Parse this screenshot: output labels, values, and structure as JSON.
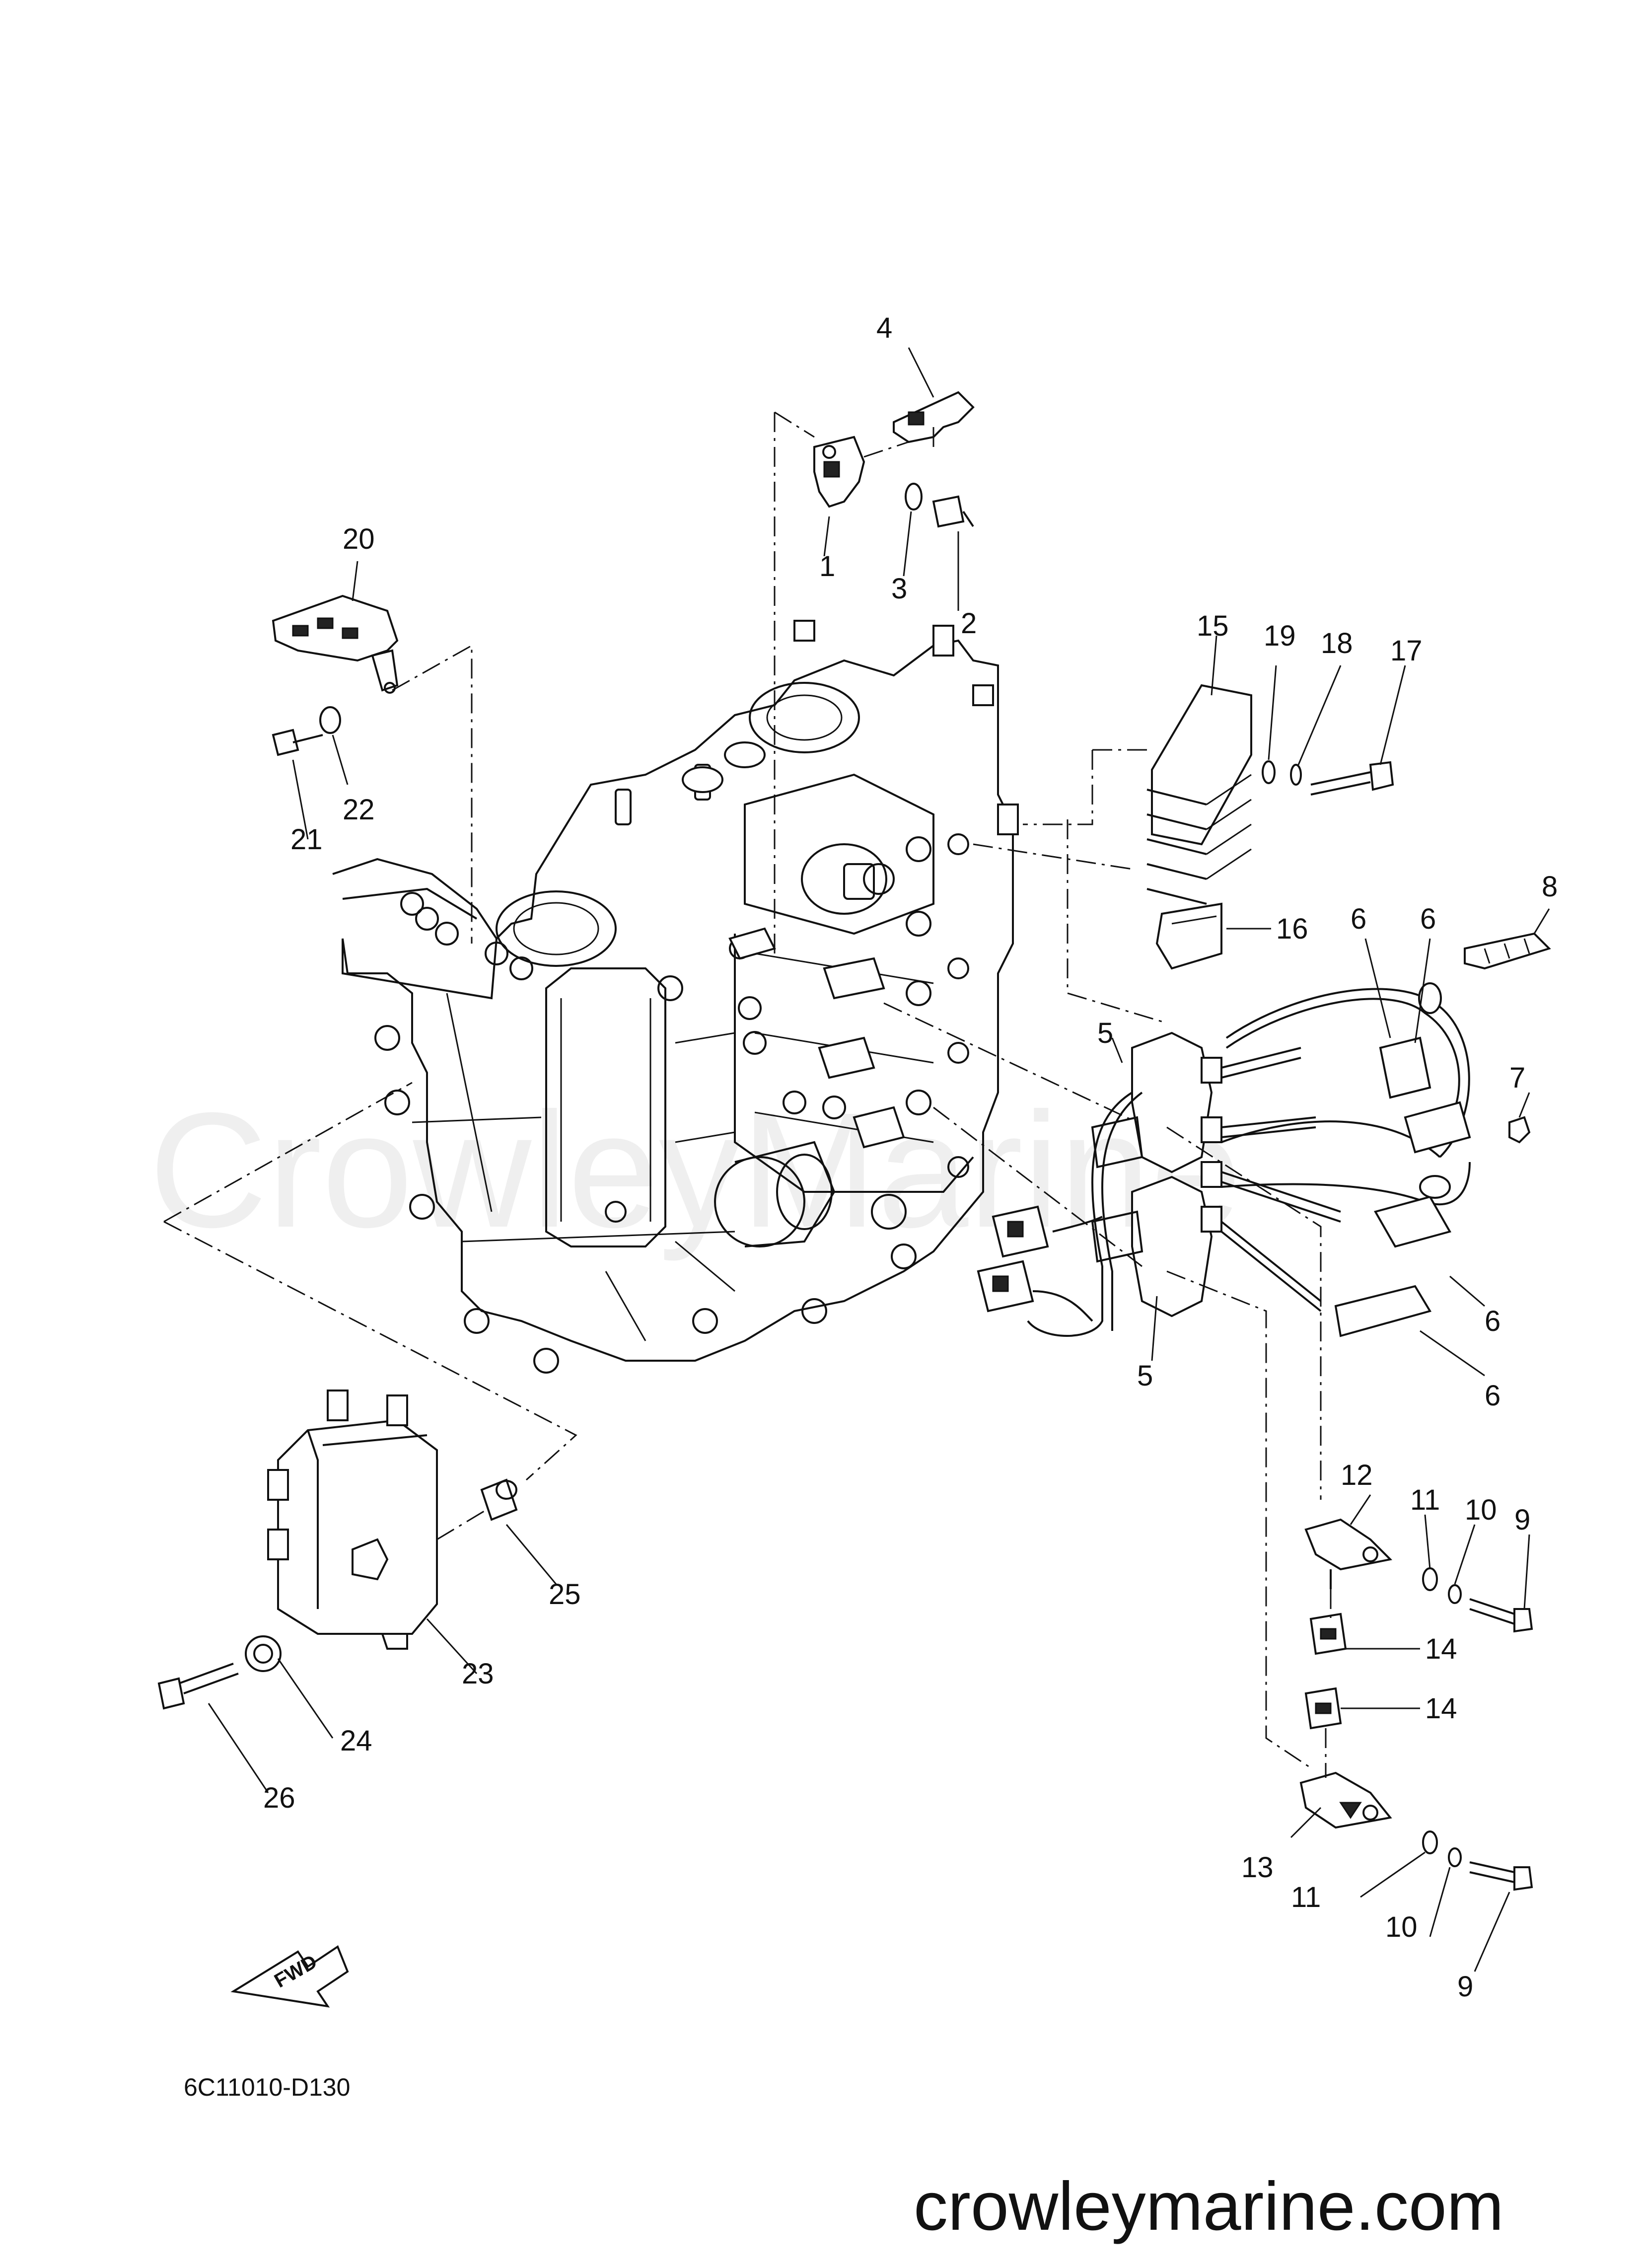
{
  "diagram": {
    "watermark": "CrowleyMarine",
    "drawing_code": "6C11010-D130",
    "site_footer": "crowleymarine.com",
    "fwd_label": "FWD",
    "callouts": [
      {
        "id": "c1",
        "label": "1"
      },
      {
        "id": "c2",
        "label": "2"
      },
      {
        "id": "c3",
        "label": "3"
      },
      {
        "id": "c4",
        "label": "4"
      },
      {
        "id": "c5a",
        "label": "5"
      },
      {
        "id": "c5b",
        "label": "5"
      },
      {
        "id": "c6a",
        "label": "6"
      },
      {
        "id": "c6b",
        "label": "6"
      },
      {
        "id": "c6c",
        "label": "6"
      },
      {
        "id": "c6d",
        "label": "6"
      },
      {
        "id": "c7",
        "label": "7"
      },
      {
        "id": "c8",
        "label": "8"
      },
      {
        "id": "c9a",
        "label": "9"
      },
      {
        "id": "c9b",
        "label": "9"
      },
      {
        "id": "c10a",
        "label": "10"
      },
      {
        "id": "c10b",
        "label": "10"
      },
      {
        "id": "c11a",
        "label": "11"
      },
      {
        "id": "c11b",
        "label": "11"
      },
      {
        "id": "c12",
        "label": "12"
      },
      {
        "id": "c13",
        "label": "13"
      },
      {
        "id": "c14a",
        "label": "14"
      },
      {
        "id": "c14b",
        "label": "14"
      },
      {
        "id": "c15",
        "label": "15"
      },
      {
        "id": "c16",
        "label": "16"
      },
      {
        "id": "c17",
        "label": "17"
      },
      {
        "id": "c18",
        "label": "18"
      },
      {
        "id": "c19",
        "label": "19"
      },
      {
        "id": "c20",
        "label": "20"
      },
      {
        "id": "c21",
        "label": "21"
      },
      {
        "id": "c22",
        "label": "22"
      },
      {
        "id": "c23",
        "label": "23"
      },
      {
        "id": "c24",
        "label": "24"
      },
      {
        "id": "c25",
        "label": "25"
      },
      {
        "id": "c26",
        "label": "26"
      }
    ]
  }
}
